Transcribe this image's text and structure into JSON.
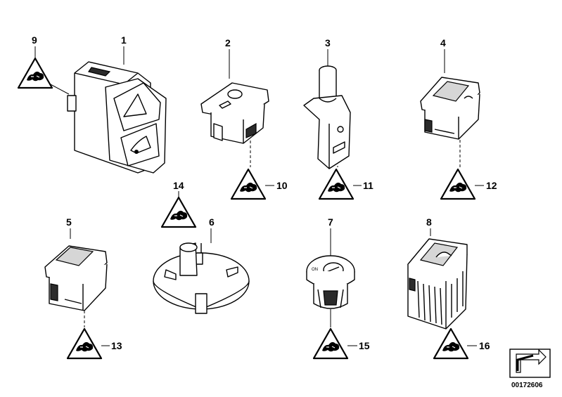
{
  "diagram": {
    "callouts": [
      "1",
      "2",
      "3",
      "4",
      "5",
      "6",
      "7",
      "8",
      "9",
      "10",
      "11",
      "12",
      "13",
      "14",
      "15",
      "16"
    ],
    "diagram_id": "00172606"
  },
  "icons": {
    "warning_symbol": "warning-triangle-icon",
    "navigation": "bent-arrow-icon"
  }
}
